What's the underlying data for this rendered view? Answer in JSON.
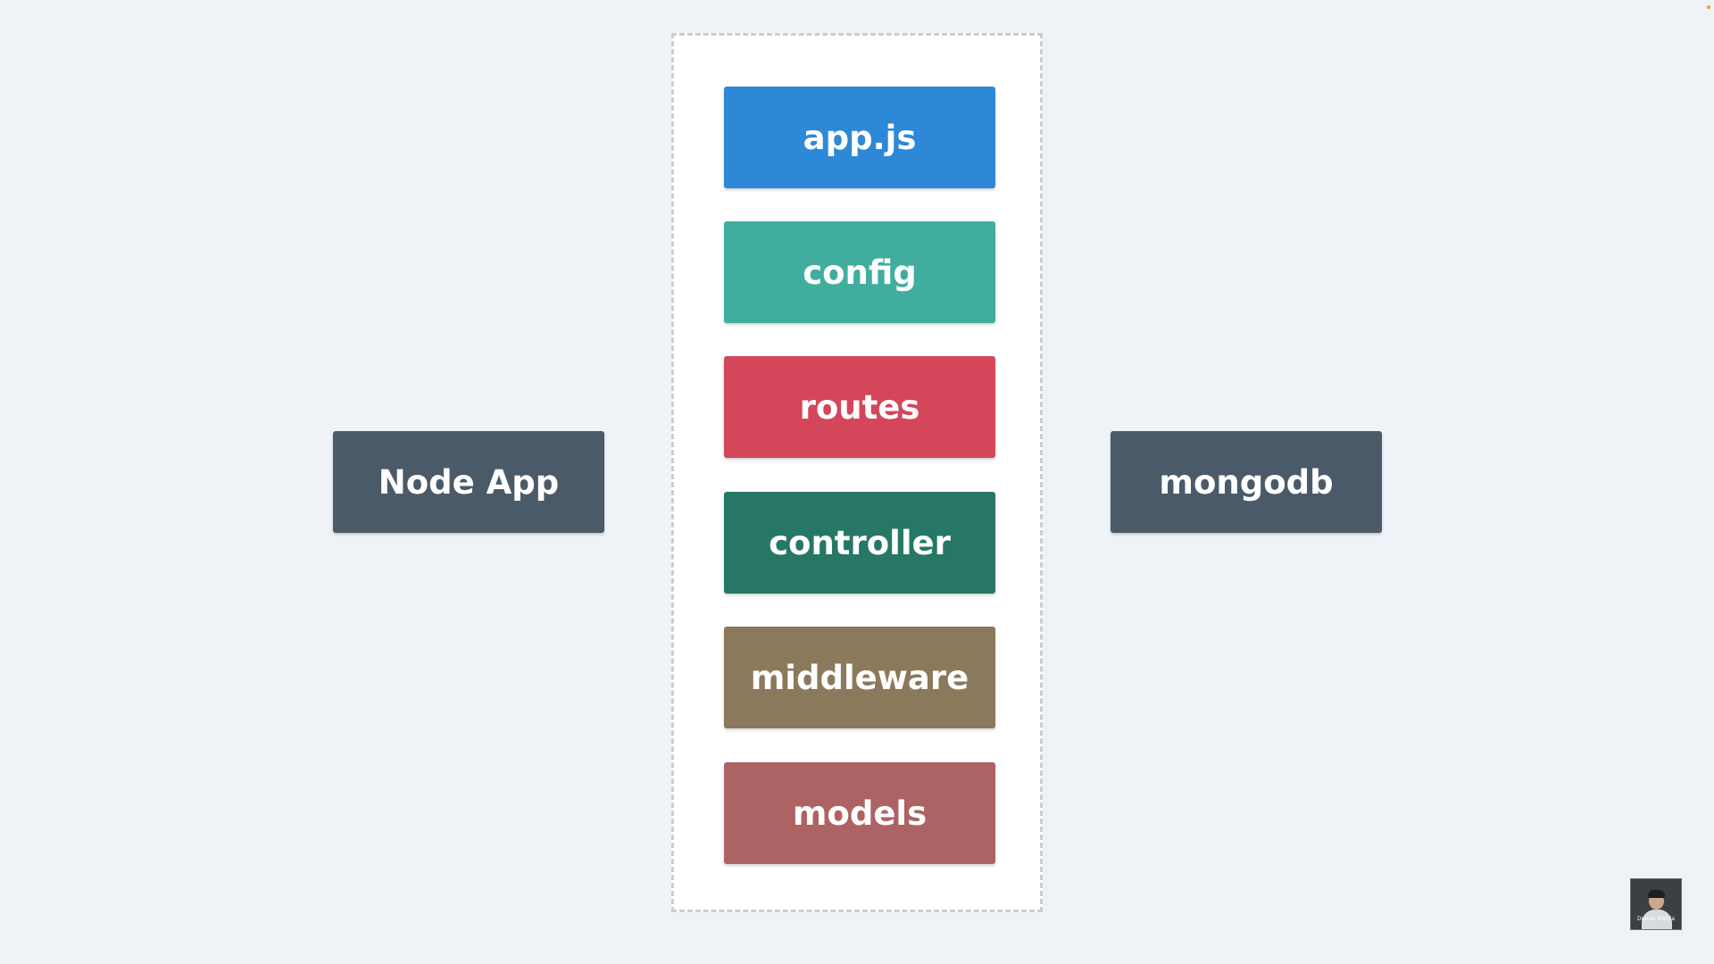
{
  "diagram": {
    "left_node": {
      "label": "Node App",
      "color": "#4a5a68"
    },
    "right_node": {
      "label": "mongodb",
      "color": "#4a5a68"
    },
    "stack": [
      {
        "label": "app.js",
        "color": "#2e88d8"
      },
      {
        "label": "config",
        "color": "#41ad9e"
      },
      {
        "label": "routes",
        "color": "#d4465a"
      },
      {
        "label": "controller",
        "color": "#277766"
      },
      {
        "label": "middleware",
        "color": "#8b795c"
      },
      {
        "label": "models",
        "color": "#ad6364"
      }
    ]
  },
  "presenter": {
    "name": "Dipesh Malvia",
    "icon": "webcam-thumbnail-icon"
  },
  "colors": {
    "background": "#eff3f7",
    "container_border": "#c9ced4",
    "recording_dot": "#f0a020"
  }
}
